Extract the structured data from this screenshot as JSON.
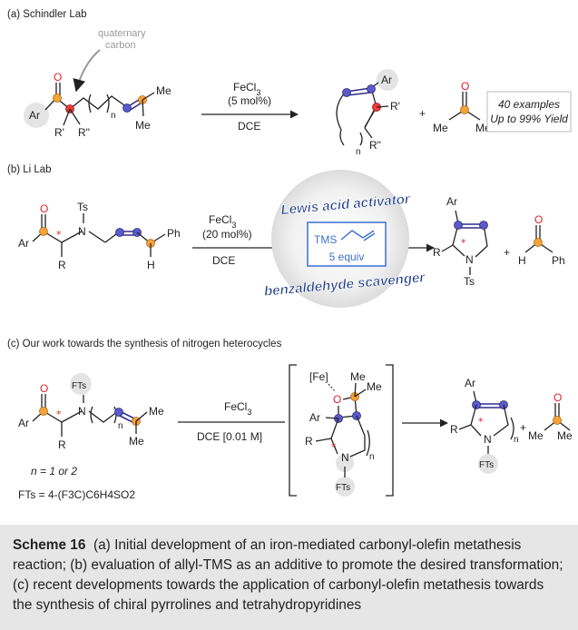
{
  "sections": {
    "a": {
      "label": "(a) Schindler Lab",
      "annot": [
        "quaternary",
        "carbon"
      ],
      "reagent": "FeCl",
      "reagent_sub": "3",
      "loading": "(5 mol%)",
      "solvent": "DCE",
      "examples": "40 examples",
      "yield": "Up to 99% Yield",
      "atoms": {
        "ar": "Ar",
        "o": "O",
        "r1": "R'",
        "r2": "R\"",
        "n": "n",
        "me": "Me",
        "plus": "+"
      }
    },
    "b": {
      "label": "(b) Li Lab",
      "reagent": "FeCl",
      "reagent_sub": "3",
      "loading": "(20 mol%)",
      "solvent": "DCE",
      "activator": "Lewis acid activator",
      "scavenger": "benzaldehyde scavenger",
      "tms": "TMS",
      "equiv": "5 equiv",
      "atoms": {
        "ar": "Ar",
        "o": "O",
        "ts": "Ts",
        "n": "N",
        "r": "R",
        "h": "H",
        "ph": "Ph",
        "plus": "+"
      }
    },
    "c": {
      "label": "(c) Our work towards the synthesis of nitrogen heterocycles",
      "reagent": "FeCl",
      "reagent_sub": "3",
      "solvent": "DCE [0.01 M]",
      "n_note": "n = 1 or 2",
      "fts_def": "FTs = 4-(F3C)C6H4SO2",
      "atoms": {
        "ar": "Ar",
        "o": "O",
        "fts": "FTs",
        "n": "N",
        "r": "R",
        "nn": "n",
        "me": "Me",
        "fe": "[Fe]",
        "plus": "+"
      }
    }
  },
  "caption": {
    "title": "Scheme 16",
    "text": "(a) Initial development of an iron-mediated carbonyl-olefin metathesis reaction; (b) evaluation of allyl-TMS as an additive to promote the desired transformation; (c) recent developments towards the application of carbonyl-olefin metathesis towards the synthesis of chiral pyrrolines and tetrahydropyridines"
  },
  "colors": {
    "blue_atom": "#5a5acb",
    "orange_atom": "#f2a33a",
    "red_atom": "#ee3b3b",
    "caption_bg": "#e6e6e6",
    "tms_box": "#3d6fd0"
  }
}
